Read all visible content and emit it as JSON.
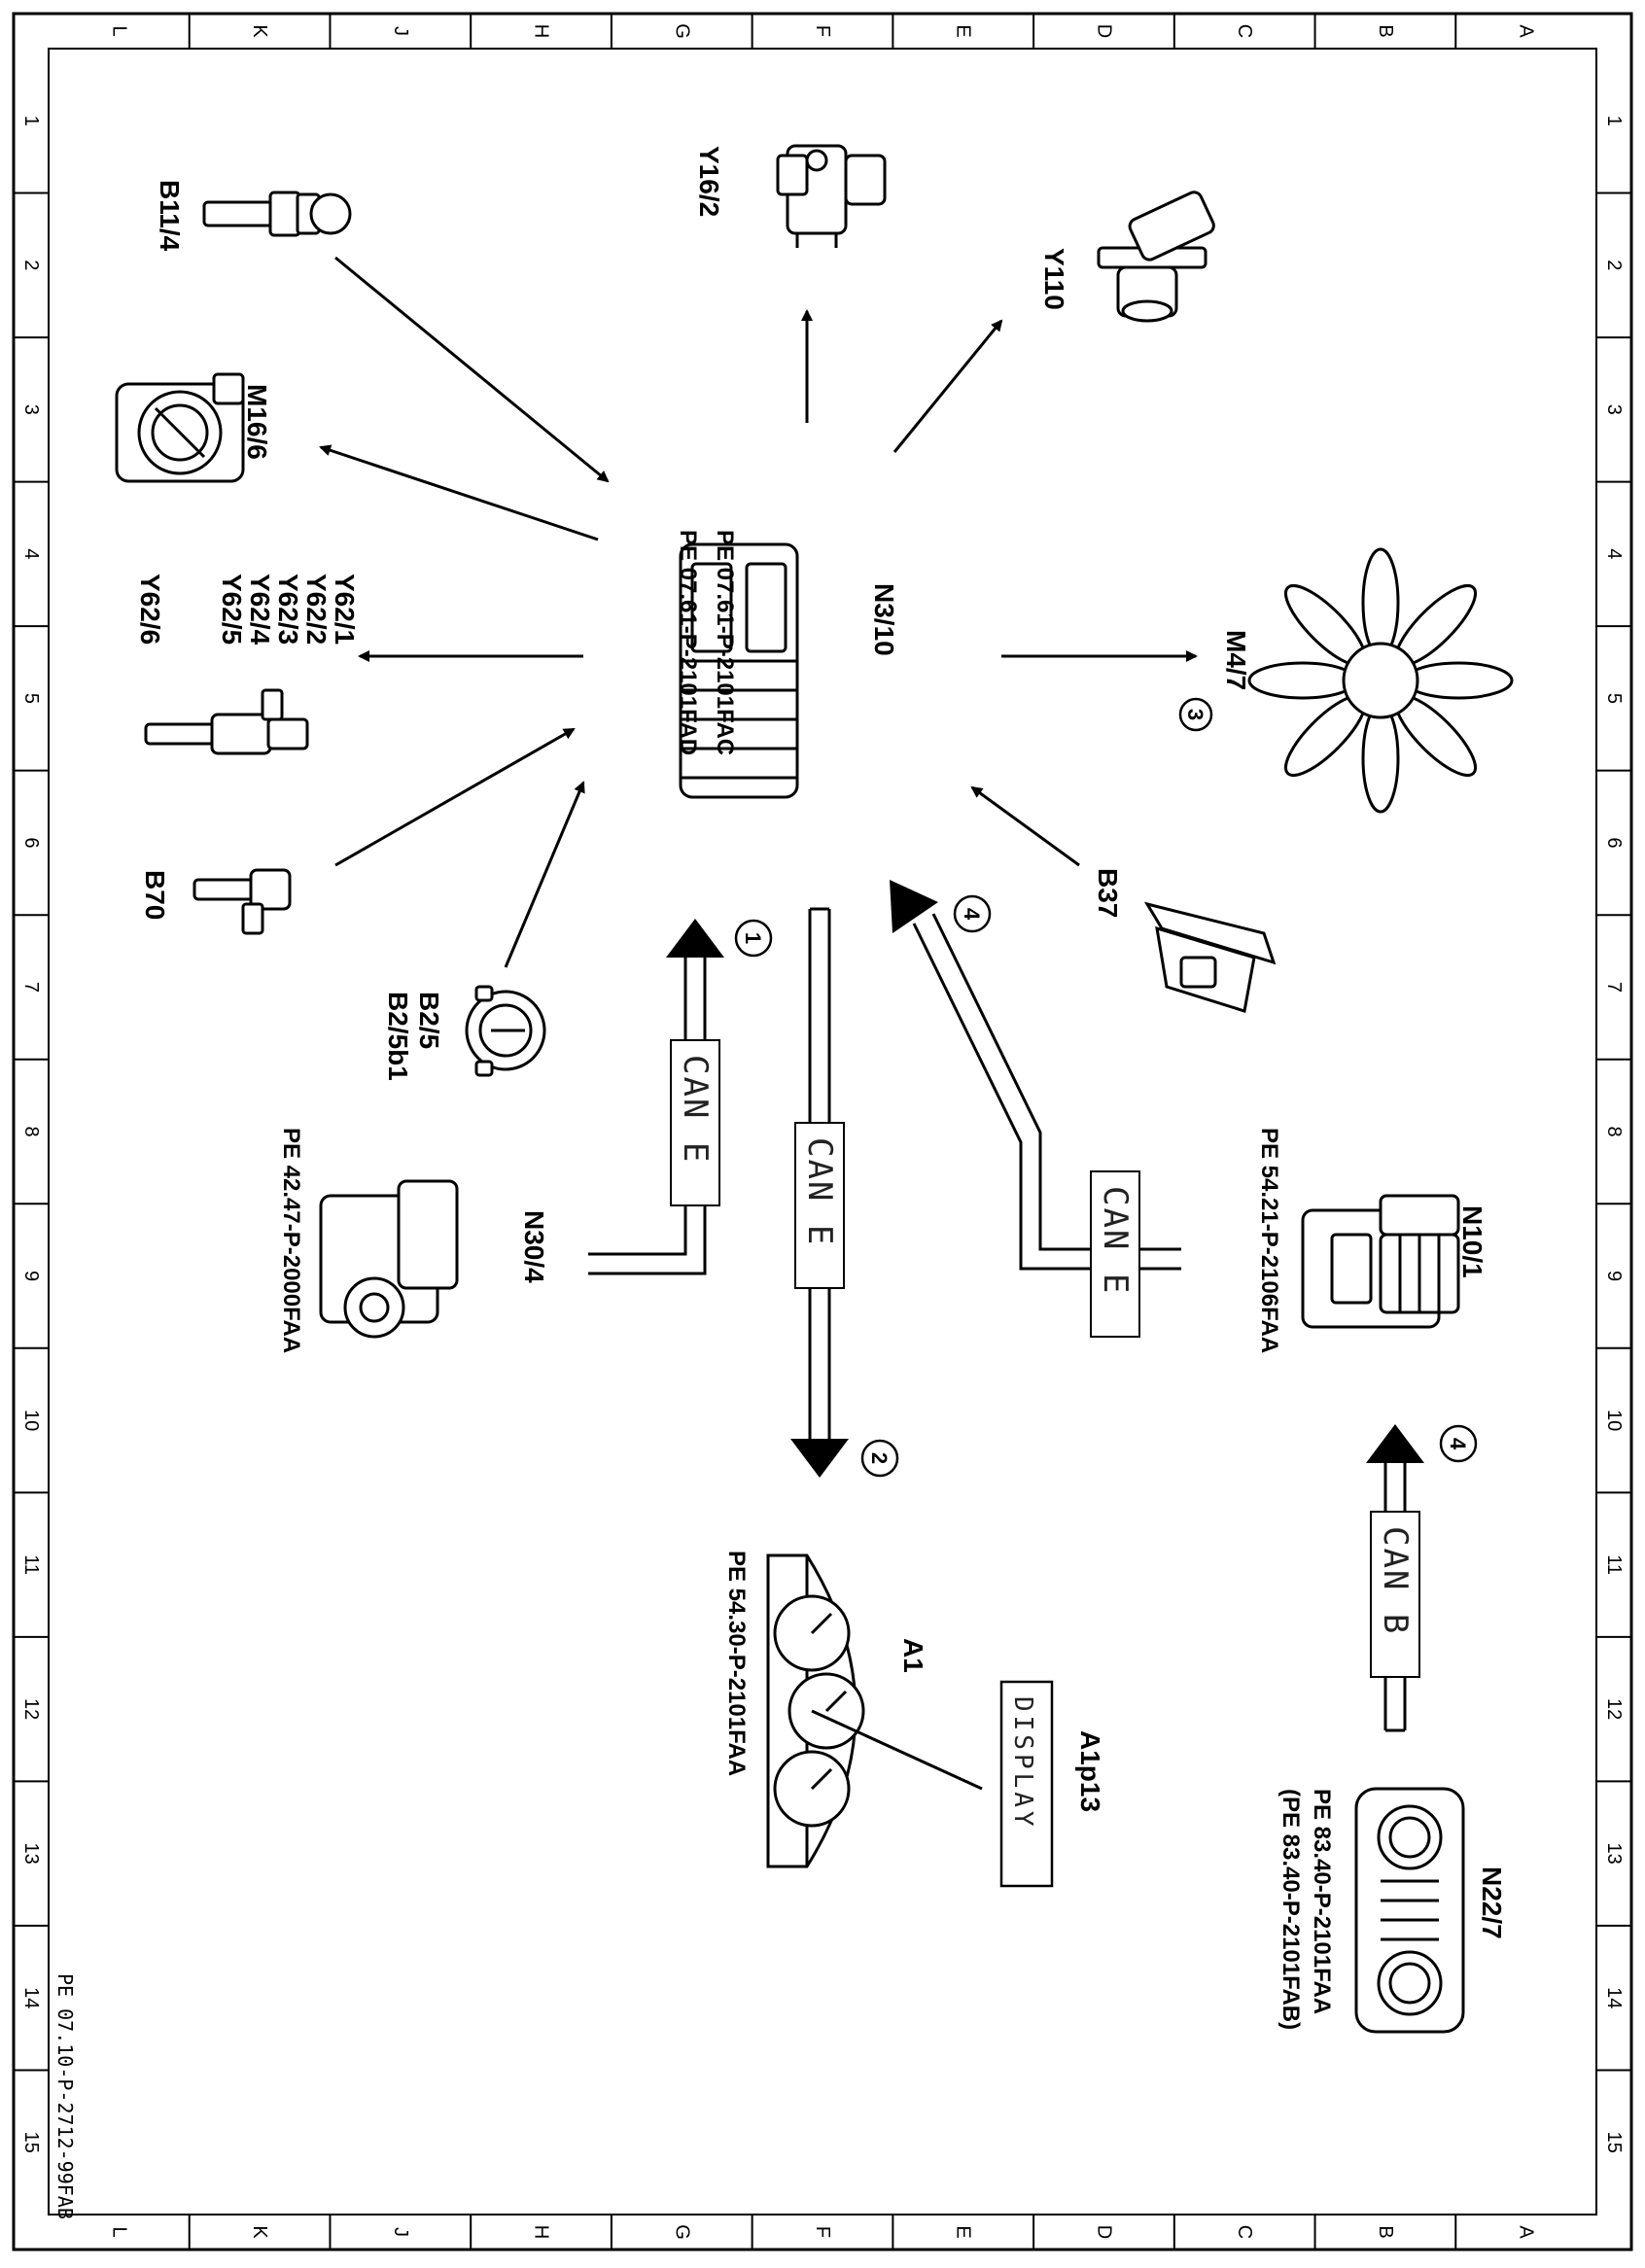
{
  "diagram": {
    "grid_letters": [
      "L",
      "K",
      "J",
      "H",
      "G",
      "F",
      "E",
      "D",
      "C",
      "B",
      "A"
    ],
    "grid_numbers": [
      "1",
      "2",
      "3",
      "4",
      "5",
      "6",
      "7",
      "8",
      "9",
      "10",
      "11",
      "12",
      "13",
      "14",
      "15"
    ],
    "document_code": "PE 07.10-P-2712-99FAB",
    "components": {
      "b11_4": "B11/4",
      "y16_2": "Y16/2",
      "y110": "Y110",
      "m16_6": "M16/6",
      "y62_list": [
        "Y62/1",
        "Y62/2",
        "Y62/3",
        "Y62/4",
        "Y62/5",
        "Y62/6"
      ],
      "b70": "B70",
      "b2_5": "B2/5",
      "b2_5b1": "B2/5b1",
      "n30_4": "N30/4",
      "n30_4_ref": "PE 42.47-P-2000FAA",
      "n3_10": "N3/10",
      "n3_10_refs": [
        "PE 07.61-P-2101FAC",
        "PE 07.61-P-2101FAD"
      ],
      "m4_7": "M4/7",
      "b37": "B37",
      "n10_1": "N10/1",
      "n10_1_ref": "PE 54.21-P-2106FAA",
      "a1": "A1",
      "a1_ref": "PE 54.30-P-2101FAA",
      "a1p13": "A1p13",
      "display": "DISPLAY",
      "n22_7": "N22/7",
      "n22_7_refs": [
        "PE 83.40-P-2101FAA",
        "(PE 83.40-P-2101FAB)"
      ]
    },
    "bus_labels": {
      "can_e_1": "CAN E",
      "can_e_2": "CAN E",
      "can_e_4": "CAN E",
      "can_b": "CAN B"
    },
    "callouts": {
      "c1": "1",
      "c2": "2",
      "c3": "3",
      "c4a": "4",
      "c4b": "4"
    }
  }
}
